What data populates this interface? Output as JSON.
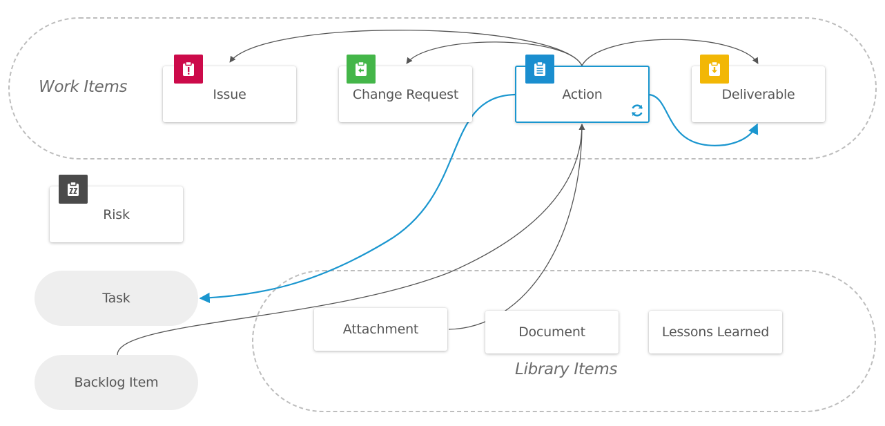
{
  "groups": {
    "work_items": "Work Items",
    "library_items": "Library Items"
  },
  "nodes": {
    "issue": {
      "label": "Issue",
      "icon": "alert-clipboard-icon",
      "color": "#cc0a4a"
    },
    "change_request": {
      "label": "Change Request",
      "icon": "arrow-clipboard-icon",
      "color": "#44b649"
    },
    "action": {
      "label": "Action",
      "icon": "clipboard-list-icon",
      "color": "#1a8ecf",
      "state_icon": "refresh-icon"
    },
    "deliverable": {
      "label": "Deliverable",
      "icon": "download-clipboard-icon",
      "color": "#f2b705"
    },
    "risk": {
      "label": "Risk",
      "icon": "risk-clipboard-icon",
      "color": "#4a4a4a"
    },
    "task": {
      "label": "Task"
    },
    "backlog_item": {
      "label": "Backlog Item"
    },
    "attachment": {
      "label": "Attachment"
    },
    "document": {
      "label": "Document"
    },
    "lessons_learned": {
      "label": "Lessons Learned"
    }
  },
  "colors": {
    "highlight": "#1a96cf",
    "connector": "#555555",
    "group_border": "#bdbdbd"
  }
}
